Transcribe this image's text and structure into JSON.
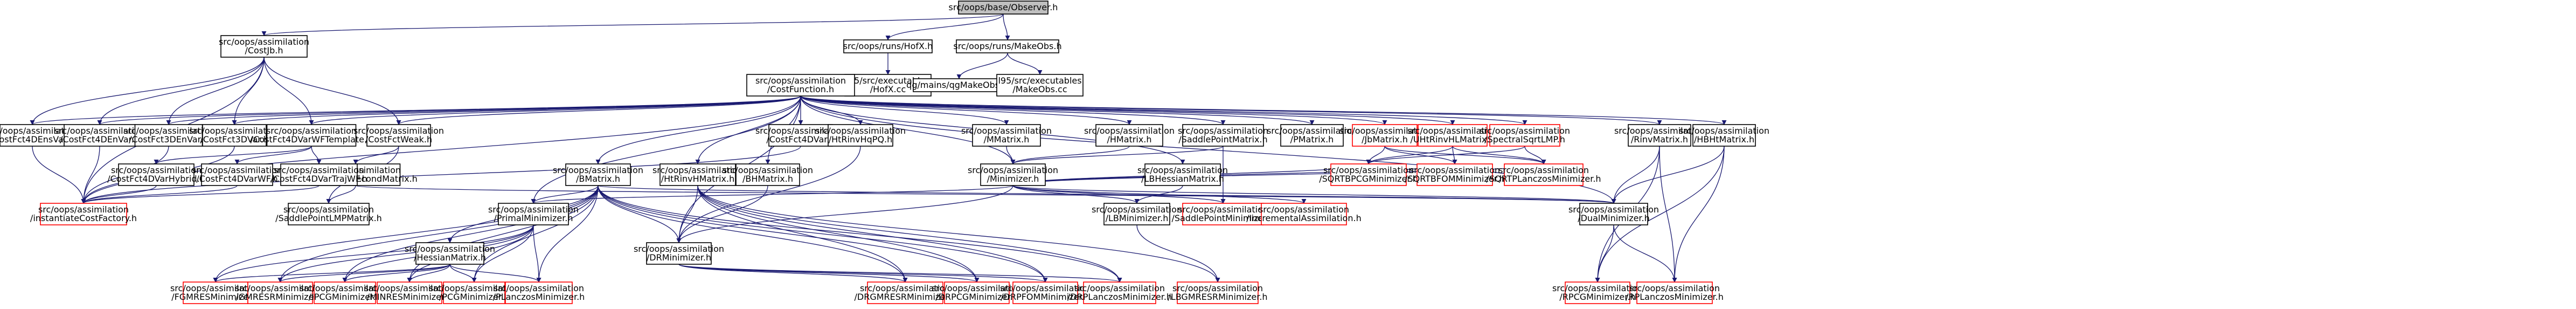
{
  "colors": {
    "root_fill": "#bfbfbf",
    "node_fill": "#ffffff",
    "node_stroke": "#000000",
    "external_stroke": "#ff0000",
    "edge": "#191970"
  },
  "nodes": {
    "observer": [
      "src/oops/base/Observer.h"
    ],
    "costjb": [
      "src/oops/assimilation",
      "/CostJb.h"
    ],
    "hofx": [
      "src/oops/runs/HofX.h"
    ],
    "makeobs": [
      "src/oops/runs/MakeObs.h"
    ],
    "hofx_cc": [
      "l95/src/executables",
      "/HofX.cc"
    ],
    "mgmakeobs_cc": [
      "qg/mains/qgMakeObs.cc"
    ],
    "makeobs_cc": [
      "l95/src/executables",
      "/MakeObs.cc"
    ],
    "costfunction": [
      "src/oops/assimilation",
      "/CostFunction.h"
    ],
    "fcst4dens": [
      "src/oops/assimilation",
      "/CostFct4DEnsVar.h"
    ],
    "fcst4densvar": [
      "src/oops/assimilation",
      "/CostFct4DEnVar.h"
    ],
    "fcst3dvar": [
      "src/oops/assimilation",
      "/CostFct3DEnVar.h"
    ],
    "fcst3dvar2": [
      "src/oops/assimilation",
      "/CostFct3DVar.h"
    ],
    "fcst4dvar": [
      "src/oops/assimilation",
      "/CostFct4DVar.h"
    ],
    "fcstwftemplate": [
      "src/oops/assimilation",
      "/CostFct4DVarWFTemplate.h"
    ],
    "fcstweak": [
      "src/oops/assimilation",
      "/CostFctWeak.h"
    ],
    "saddlepointprecond": [
      "src/oops/assimilation",
      "/SaddlePointPrecondMatrix.h"
    ],
    "saddlepointmpi": [
      "src/oops/assimilation",
      "/SaddlePointLMPMatrix.h"
    ],
    "fcst4dvarhybrid": [
      "src/oops/assimilation",
      "/CostFct4DVarHybrid.h"
    ],
    "fcst4dvarwf": [
      "src/oops/assimilation",
      "/CostFct4DVarWF.h"
    ],
    "fcst4dvartraj": [
      "src/oops/assimilation",
      "/CostFct4DVarTrajWF.h"
    ],
    "instantiate": [
      "src/oops/assimilation",
      "/instantiateCostFactory.h"
    ],
    "bmatrix": [
      "src/oops/assimilation",
      "/BMatrix.h"
    ],
    "hmatrix": [
      "src/oops/assimilation",
      "/HtRinvHqPQ.h"
    ],
    "htrinvhmatrix": [
      "src/oops/assimilation",
      "/HtRinvHMatrix.h"
    ],
    "bhmatrix": [
      "src/oops/assimilation",
      "/BHMatrix.h"
    ],
    "mmatrix": [
      "src/oops/assimilation",
      "/MMatrix.h"
    ],
    "saddlepointmatrix": [
      "src/oops/assimilation",
      "/SaddlePointMatrix.h"
    ],
    "hmatrix2": [
      "src/oops/assimilation",
      "/HMatrix.h"
    ],
    "pmatrix": [
      "src/oops/assimilation",
      "/PMatrix.h"
    ],
    "jmatrix": [
      "src/oops/assimilation",
      "/JbMatrix.h"
    ],
    "urinvhlmatrix": [
      "src/oops/assimilation",
      "/UHtRinvHLMatrix.h"
    ],
    "spectralmp": [
      "src/oops/assimilation",
      "/SpectralSqrtLMP.h"
    ],
    "rinvmatrix": [
      "src/oops/assimilation",
      "/RinvMatrix.h"
    ],
    "hbhmatrix": [
      "src/oops/assimilation",
      "/HBHtMatrix.h"
    ],
    "minimizer": [
      "src/oops/assimilation",
      "/Minimizer.h"
    ],
    "lbhessian": [
      "src/oops/assimilation",
      "/LBHessianMatrix.h"
    ],
    "primalmin": [
      "src/oops/assimilation",
      "/PrimalMinimizer.h"
    ],
    "drmin": [
      "src/oops/assimilation",
      "/DRMinimizer.h"
    ],
    "hessian": [
      "src/oops/assimilation",
      "/HessianMatrix.h"
    ],
    "lbminimizer": [
      "src/oops/assimilation",
      "/LBMinimizer.h"
    ],
    "saddlepointmin": [
      "src/oops/assimilation",
      "/SaddlePointMinimizer.h"
    ],
    "incremental": [
      "src/oops/assimilation",
      "/IncrementalAssimilation.h"
    ],
    "dualmin": [
      "src/oops/assimilation",
      "/DualMinimizer.h"
    ],
    "sqrtbpcg": [
      "src/oops/assimilation",
      "/SQRTBPCGMinimizer.h"
    ],
    "sqrtbfom": [
      "src/oops/assimilation",
      "/SQRTBFOMMinimizer.h"
    ],
    "sqrtplanczos": [
      "src/oops/assimilation",
      "/SQRTPLanczosMinimizer.h"
    ],
    "fgmres": [
      "src/oops/assimilation",
      "/FGMRESMinimizer.h"
    ],
    "gmresr": [
      "src/oops/assimilation",
      "/GMRESRMinimizer.h"
    ],
    "ipcg": [
      "src/oops/assimilation",
      "/IPCGMinimizer.h"
    ],
    "minres": [
      "src/oops/assimilation",
      "/MINRESMinimizer.h"
    ],
    "pcg": [
      "src/oops/assimilation",
      "/PCGMinimizer.h"
    ],
    "planczos": [
      "src/oops/assimilation",
      "/PLanczosMinimizer.h"
    ],
    "drgmresr": [
      "src/oops/assimilation",
      "/DRGMRESRMinimizer.h"
    ],
    "drpcg": [
      "src/oops/assimilation",
      "/DRPCGMinimizer.h"
    ],
    "drpfom": [
      "src/oops/assimilation",
      "/DRPFOMMinimizer.h"
    ],
    "drplanczos": [
      "src/oops/assimilation",
      "/DRPLanczosMinimizer.h"
    ],
    "lbgmresr": [
      "src/oops/assimilation",
      "/LBGMRESRMinimizer.h"
    ],
    "rpcg": [
      "src/oops/assimilation",
      "/RPCGMinimizer.h"
    ],
    "rplanczos": [
      "src/oops/assimilation",
      "/RPLanczosMinimizer.h"
    ]
  }
}
